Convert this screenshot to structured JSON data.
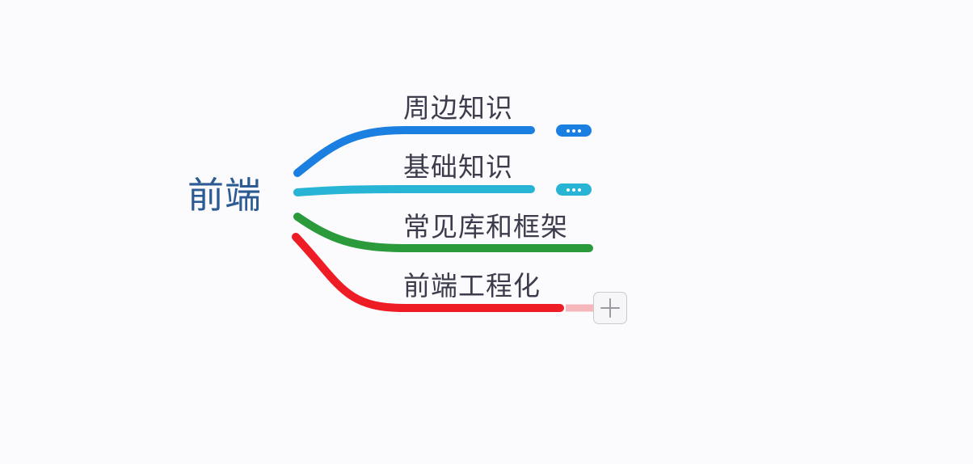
{
  "mindmap": {
    "root": {
      "label": "前端",
      "color": "#2c5a93"
    },
    "branches": [
      {
        "label": "周边知识",
        "color": "#1a7fe0",
        "collapsed": true
      },
      {
        "label": "基础知识",
        "color": "#28b4d4",
        "collapsed": true
      },
      {
        "label": "常见库和框架",
        "color": "#2a9a3a",
        "collapsed": false
      },
      {
        "label": "前端工程化",
        "color": "#ee1c24",
        "collapsed": false
      }
    ],
    "add_button": {
      "icon": "plus-icon",
      "connector_color": "#f6b7ba"
    }
  }
}
